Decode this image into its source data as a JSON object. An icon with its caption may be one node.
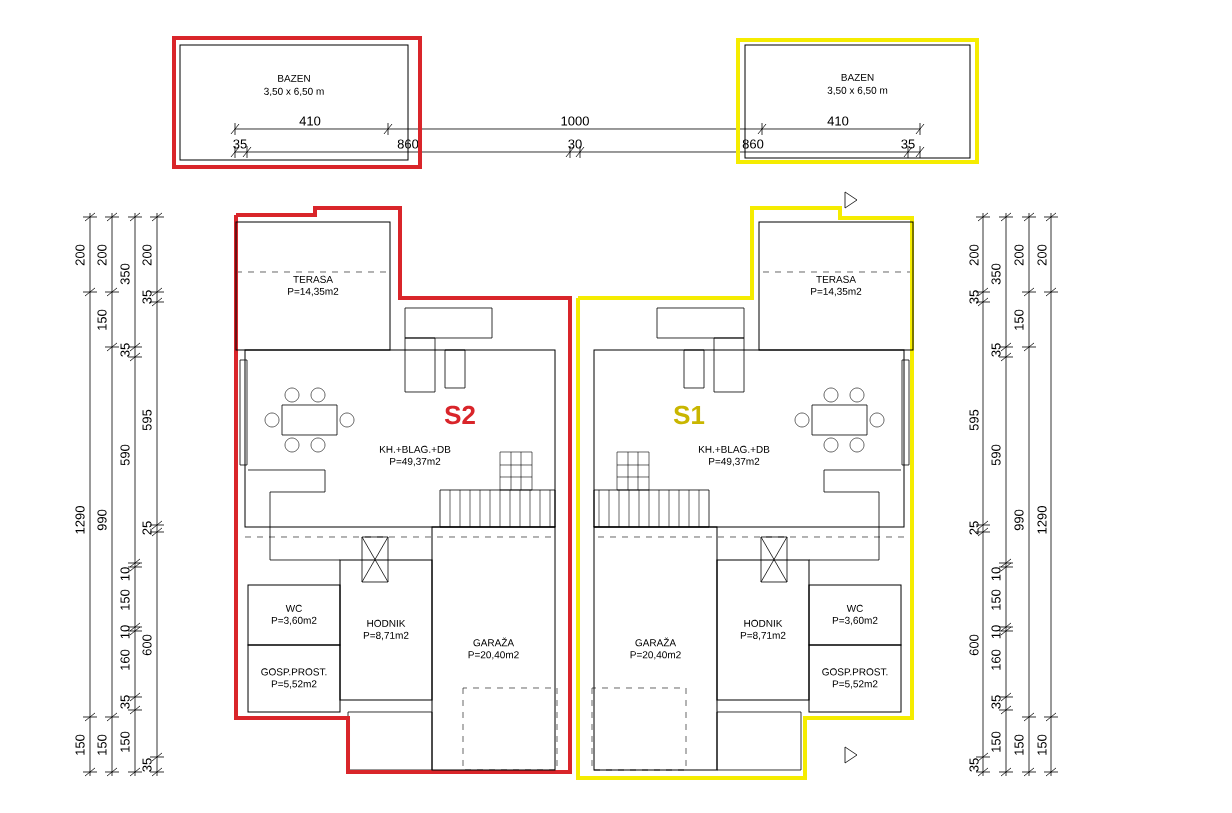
{
  "diagram": {
    "nodes": [
      {
        "text": [
          "BAZEN",
          "3,50 x 6,50 m"
        ]
      },
      {
        "text": [
          "BAZEN",
          "3,50 x 6,50 m"
        ]
      },
      {
        "text": [
          "S2"
        ]
      },
      {
        "text": [
          "TERASA",
          "P=14,35m2"
        ],
        "in": 2
      },
      {
        "text": [
          "KH.+BLAG.+DB",
          "P=49,37m2"
        ],
        "in": 2
      },
      {
        "text": [
          "WC",
          "P=3,60m2"
        ],
        "in": 2
      },
      {
        "text": [
          "HODNIK",
          "P=8,71m2"
        ],
        "in": 2
      },
      {
        "text": [
          "GOSP.PROST.",
          "P=5,52m2"
        ],
        "in": 2
      },
      {
        "text": [
          "GARAŽA",
          "P=20,40m2"
        ],
        "in": 2
      },
      {
        "text": [
          "S1"
        ]
      },
      {
        "text": [
          "TERASA",
          "P=14,35m2"
        ],
        "in": 9
      },
      {
        "text": [
          "KH.+BLAG.+DB",
          "P=49,37m2"
        ],
        "in": 9
      },
      {
        "text": [
          "WC",
          "P=3,60m2"
        ],
        "in": 9
      },
      {
        "text": [
          "HODNIK",
          "P=8,71m2"
        ],
        "in": 9
      },
      {
        "text": [
          "GOSP.PROST.",
          "P=5,52m2"
        ],
        "in": 9
      },
      {
        "text": [
          "GARAŽA",
          "P=20,40m2"
        ],
        "in": 9
      }
    ],
    "labels": [
      "410",
      "1000",
      "410",
      "35",
      "860",
      "30",
      "860",
      "35",
      "200",
      "1290",
      "150",
      "200",
      "150",
      "990",
      "150",
      "350",
      "35",
      "590",
      "10",
      "150",
      "10",
      "160",
      "35",
      "150",
      "200",
      "35",
      "595",
      "25",
      "600",
      "35",
      "200",
      "35",
      "595",
      "25",
      "600",
      "35",
      "350",
      "35",
      "590",
      "10",
      "150",
      "10",
      "160",
      "35",
      "150",
      "200",
      "150",
      "990",
      "150",
      "200",
      "1290",
      "150"
    ]
  }
}
